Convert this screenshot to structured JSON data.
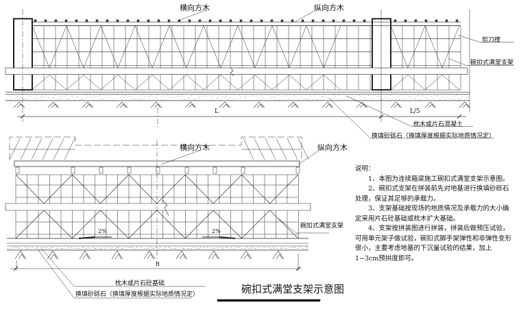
{
  "top_view": {
    "label_transverse_timber": "横向方木",
    "label_longitudinal_timber": "纵向方木",
    "label_scissor_brace": "剪刀撑",
    "label_bowl_buckle_support": "碗扣式满堂支架",
    "label_sleeper_concrete": "枕木或片石混凝土",
    "label_backfill_gravel": "换填砂砾石（换填厚度根据实际地质情况定）",
    "dim_L": "L",
    "dim_L5": "L/5"
  },
  "section_view": {
    "label_transverse_timber": "横向方木",
    "label_longitudinal_timber": "纵向方木",
    "label_bowl_buckle_support": "碗扣式满堂支架",
    "slope_left": "2%",
    "slope_right": "2%",
    "dim_B": "B",
    "label_sleeper_foundation": "枕木或片石砼基础",
    "label_backfill_gravel": "换填砂砾石（换填厚度根据实际地质情况定）"
  },
  "notes": {
    "heading": "说明：",
    "items": [
      "1、本图为连续箱梁施工碗扣式满堂支架示意图。",
      "2、碗扣式支架在拼装前先对地基进行换填砂砾石处理，保证其足够的承载力。",
      "3、支架基础按现场的地质情况及承载力的大小确定采用片石砼基础或枕木扩大基础。",
      "4、支架按拼装图进行拼装，拼装后做预压试验，可用单元架子做试验，碗扣式脚手架弹性和非弹性变形很小，主要考虑地基的下沉量试验的结果，加上1~3cm预拱度即可。"
    ]
  },
  "drawing_title": "碗扣式满堂支架示意图"
}
